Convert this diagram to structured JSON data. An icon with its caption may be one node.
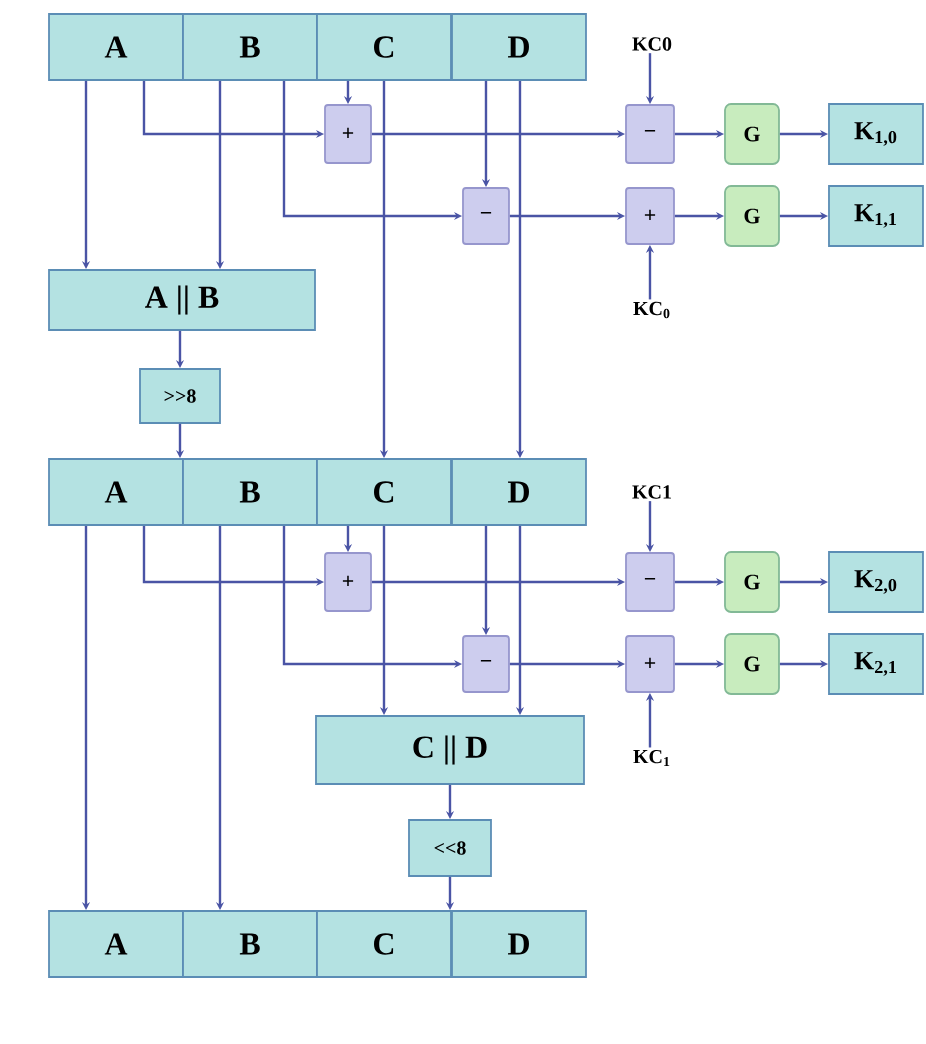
{
  "diagram": {
    "nodes": [
      {
        "text": [
          "A"
        ]
      },
      {
        "text": [
          "B"
        ]
      },
      {
        "text": [
          "C"
        ]
      },
      {
        "text": [
          "D"
        ]
      },
      {
        "text": [
          "KC0"
        ]
      },
      {
        "text": [
          "+"
        ]
      },
      {
        "text": [
          "−"
        ]
      },
      {
        "text": [
          "G"
        ]
      },
      {
        "text": [
          "K$_{1,0}$"
        ]
      },
      {
        "text": [
          "−"
        ]
      },
      {
        "text": [
          "+"
        ]
      },
      {
        "text": [
          "G"
        ]
      },
      {
        "text": [
          "K$_{1,1}$"
        ]
      },
      {
        "text": [
          "A || B"
        ]
      },
      {
        "text": [
          "KC$_{0}$"
        ]
      },
      {
        "text": [
          ">>8"
        ]
      },
      {
        "text": [
          "A"
        ]
      },
      {
        "text": [
          "B"
        ]
      },
      {
        "text": [
          "C"
        ]
      },
      {
        "text": [
          "D"
        ]
      },
      {
        "text": [
          "KC1"
        ]
      },
      {
        "text": [
          "+"
        ]
      },
      {
        "text": [
          "−"
        ]
      },
      {
        "text": [
          "G"
        ]
      },
      {
        "text": [
          "K$_{2,0}$"
        ]
      },
      {
        "text": [
          "−"
        ]
      },
      {
        "text": [
          "+"
        ]
      },
      {
        "text": [
          "G"
        ]
      },
      {
        "text": [
          "K$_{2,1}$"
        ]
      },
      {
        "text": [
          "C || D"
        ]
      },
      {
        "text": [
          "KC$_{1}$"
        ]
      },
      {
        "text": [
          "<<8"
        ]
      },
      {
        "text": [
          "A"
        ]
      },
      {
        "text": [
          "B"
        ]
      },
      {
        "text": [
          "C"
        ]
      },
      {
        "text": [
          "D"
        ]
      }
    ],
    "edges": [
      {
        "from": 0,
        "to": 13,
        "arrow": "to"
      },
      {
        "from": 1,
        "to": 13,
        "arrow": "to"
      },
      {
        "from": 0,
        "to": 5,
        "arrow": "to"
      },
      {
        "from": 2,
        "to": 5,
        "arrow": "to"
      },
      {
        "from": 1,
        "to": 9,
        "arrow": "to"
      },
      {
        "from": 3,
        "to": 9,
        "arrow": "to"
      },
      {
        "from": 2,
        "to": 18,
        "arrow": "to"
      },
      {
        "from": 3,
        "to": 19,
        "arrow": "to"
      },
      {
        "from": 5,
        "to": 6,
        "arrow": "to"
      },
      {
        "from": 4,
        "to": 6,
        "arrow": "to"
      },
      {
        "from": 6,
        "to": 7,
        "arrow": "to"
      },
      {
        "from": 7,
        "to": 8,
        "arrow": "to"
      },
      {
        "from": 9,
        "to": 10,
        "arrow": "to"
      },
      {
        "from": 14,
        "to": 10,
        "arrow": "to"
      },
      {
        "from": 10,
        "to": 11,
        "arrow": "to"
      },
      {
        "from": 11,
        "to": 12,
        "arrow": "to"
      },
      {
        "from": 13,
        "to": 15,
        "arrow": "to"
      },
      {
        "from": 15,
        "to": 16,
        "arrow": "to"
      },
      {
        "from": 16,
        "to": 32,
        "arrow": "to"
      },
      {
        "from": 17,
        "to": 33,
        "arrow": "to"
      },
      {
        "from": 16,
        "to": 21,
        "arrow": "to"
      },
      {
        "from": 18,
        "to": 21,
        "arrow": "to"
      },
      {
        "from": 17,
        "to": 25,
        "arrow": "to"
      },
      {
        "from": 19,
        "to": 25,
        "arrow": "to"
      },
      {
        "from": 18,
        "to": 29,
        "arrow": "to"
      },
      {
        "from": 19,
        "to": 29,
        "arrow": "to"
      },
      {
        "from": 21,
        "to": 22,
        "arrow": "to"
      },
      {
        "from": 20,
        "to": 22,
        "arrow": "to"
      },
      {
        "from": 22,
        "to": 23,
        "arrow": "to"
      },
      {
        "from": 23,
        "to": 24,
        "arrow": "to"
      },
      {
        "from": 25,
        "to": 26,
        "arrow": "to"
      },
      {
        "from": 30,
        "to": 26,
        "arrow": "to"
      },
      {
        "from": 26,
        "to": 27,
        "arrow": "to"
      },
      {
        "from": 27,
        "to": 28,
        "arrow": "to"
      },
      {
        "from": 29,
        "to": 31,
        "arrow": "to"
      },
      {
        "from": 31,
        "to": 34,
        "arrow": "to"
      }
    ]
  }
}
